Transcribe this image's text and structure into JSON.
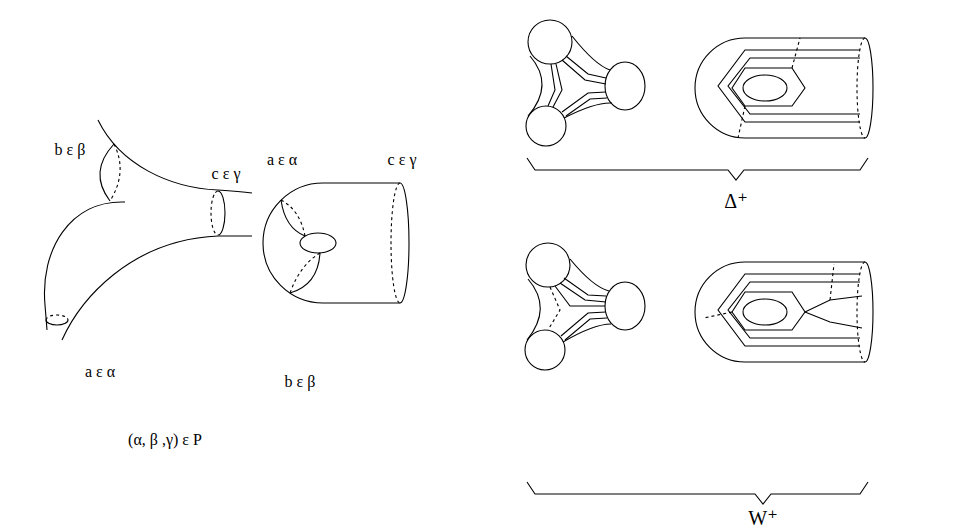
{
  "diagram": {
    "labels": [
      "b ε β",
      "c ε γ",
      "a ε α",
      "a ε α",
      "c ε γ",
      "b ε β",
      "(α, β ,γ) ε P",
      "Δ⁺",
      "W⁺"
    ]
  }
}
